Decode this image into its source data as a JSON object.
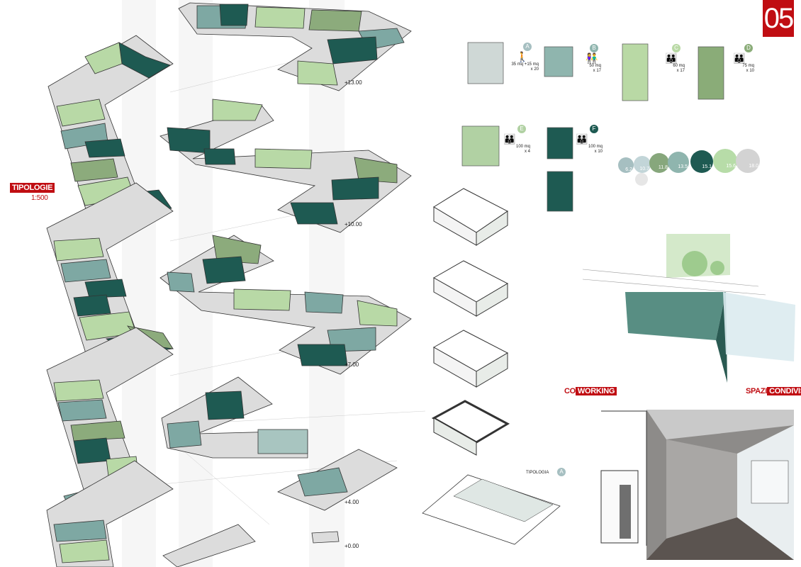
{
  "sheet_number": "05",
  "title": {
    "tipologie": "TIPOLOGIE",
    "scale": "1:500"
  },
  "levels": [
    "+13.00",
    "+10.00",
    "+7.00",
    "+4.00",
    "+0.00"
  ],
  "units": [
    {
      "letter": "A",
      "area": "35 mq +15 mq",
      "count": "x 20",
      "color": "#cfd8d6"
    },
    {
      "letter": "B",
      "area": "50 mq",
      "count": "x 17",
      "color": "#8fb5ae"
    },
    {
      "letter": "C",
      "area": "60 mq",
      "count": "x 17",
      "color": "#b9d9a5"
    },
    {
      "letter": "D",
      "area": "75 mq",
      "count": "x 10",
      "color": "#8aac78"
    },
    {
      "letter": "E",
      "area": "100 mq",
      "count": "x 4",
      "color": "#b1d1a3"
    },
    {
      "letter": "F",
      "area": "100 mq",
      "count": "x 10",
      "color": "#1e5a52"
    }
  ],
  "legend_circles": [
    {
      "label": "6.2",
      "color": "#a6bfc1"
    },
    {
      "label": "10.7",
      "color": "#c2d5d8"
    },
    {
      "label": "11.8",
      "color": "#87a77c"
    },
    {
      "label": "13.5",
      "color": "#8fb5ae"
    },
    {
      "label": "15.1",
      "color": "#1e5a52"
    },
    {
      "label": "15.6",
      "color": "#b7dca8"
    },
    {
      "label": "18.0",
      "color": "#d3d3d3"
    },
    {
      "label": "",
      "color": "#e6e6e6"
    }
  ],
  "tipologia_label": "TIPOLOGIA",
  "tipologia_letter": "A",
  "coworking": {
    "prefix": "CO",
    "highlight": "WORKING"
  },
  "spazi": {
    "prefix": "SPAZI",
    "highlight": "CONDIVISI"
  },
  "colors": {
    "accent_red": "#c00d12",
    "dark_teal": "#1e5a52",
    "mid_teal": "#7ea8a3",
    "light_green": "#b8d9a6",
    "mid_green": "#8cab7c",
    "corridor_grey": "#d6d6d6"
  }
}
